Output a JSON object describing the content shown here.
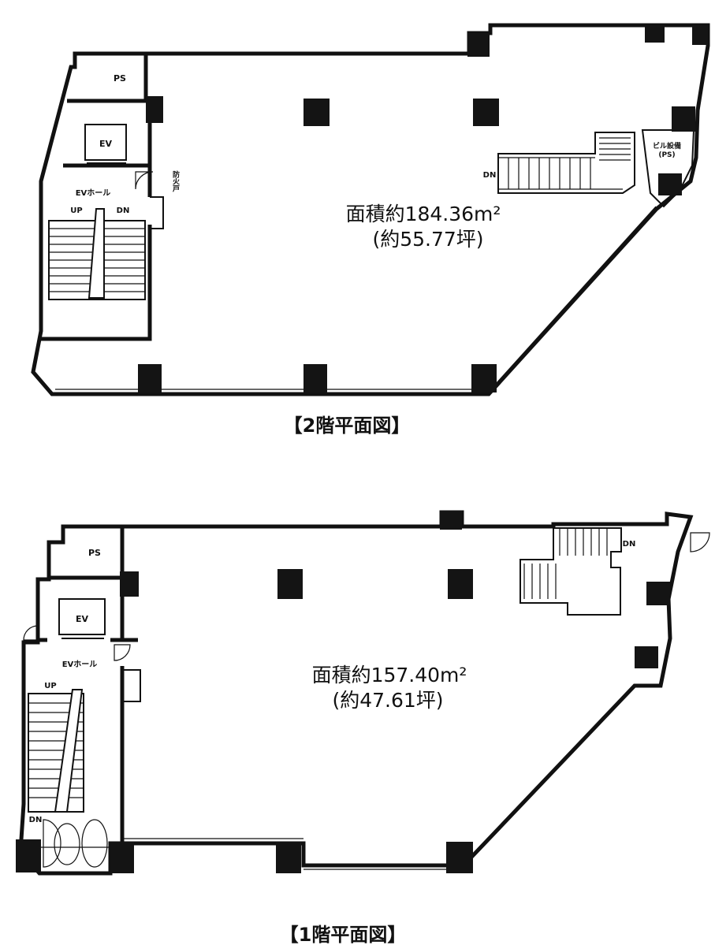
{
  "floor2": {
    "ps": "PS",
    "ev": "EV",
    "ev_hall": "EVホール",
    "up": "UP",
    "dn": "DN",
    "fire_door": "防火戸",
    "stair_dn": "DN",
    "bldg_ps_1": "ビル設備",
    "bldg_ps_2": "(PS)",
    "area_line1": "面積約184.36m²",
    "area_line2": "(約55.77坪)",
    "caption": "【2階平面図】"
  },
  "floor1": {
    "ps": "PS",
    "ev": "EV",
    "ev_hall": "EVホール",
    "up": "UP",
    "dn": "DN",
    "stair_dn": "DN",
    "area_line1": "面積約157.40m²",
    "area_line2": "(約47.61坪)",
    "caption": "【1階平面図】"
  }
}
